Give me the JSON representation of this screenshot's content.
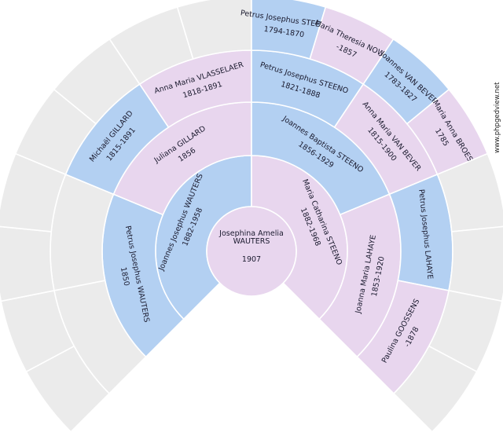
{
  "colors": {
    "male": "#b3d0f2",
    "female": "#e8d6ee",
    "empty": "#ebebeb"
  },
  "watermark": "www.phpgedview.net",
  "root": {
    "name1": "Josephina Amelia",
    "name2": "WAUTERS",
    "dates": "1907",
    "sex": "F"
  },
  "rings": [
    [
      {
        "name": "Joannes Josephus WAUTERS",
        "dates": "1882-1958",
        "sex": "M"
      },
      {
        "name": "Maria Catharina STEENO",
        "dates": "1882-1968",
        "sex": "F"
      }
    ],
    [
      {
        "name": "Petrus Josephus WAUTERS",
        "dates": "1850",
        "sex": "M"
      },
      {
        "name": "Juliana GILLARD",
        "dates": "1856",
        "sex": "F"
      },
      {
        "name": "Joannes Baptista STEENO",
        "dates": "1856-1929",
        "sex": "M"
      },
      {
        "name": "Joanna Maria LAHAYE",
        "dates": "1853-1920",
        "sex": "F"
      }
    ],
    [
      null,
      null,
      {
        "name": "Michaël GILLARD",
        "dates": "1815-1891",
        "sex": "M"
      },
      {
        "name": "Anna Maria VLASSELAER",
        "dates": "1818-1891",
        "sex": "F"
      },
      {
        "name": "Petrus Josephus STEENO",
        "dates": "1821-1888",
        "sex": "M"
      },
      {
        "name": "Anna Maria VAN BEVER",
        "dates": "1815-1900",
        "sex": "F"
      },
      {
        "name": "Petrus Josephus LAHAYE",
        "dates": "",
        "sex": "M"
      },
      {
        "name": "Paulina GOOSSENS",
        "dates": "-1878",
        "sex": "F"
      }
    ],
    [
      null,
      null,
      null,
      null,
      null,
      null,
      null,
      null,
      {
        "name": "Petrus Josephus STEENO",
        "dates": "1794-1870",
        "sex": "M"
      },
      {
        "name": "Maria Theresia NOWE",
        "dates": "-1857",
        "sex": "F"
      },
      {
        "name": "Joannes VAN BEVER",
        "dates": "1783-1827",
        "sex": "M"
      },
      {
        "name": "Maria Anna BROES",
        "dates": "1785",
        "sex": "F"
      },
      null,
      null,
      null,
      null
    ]
  ]
}
